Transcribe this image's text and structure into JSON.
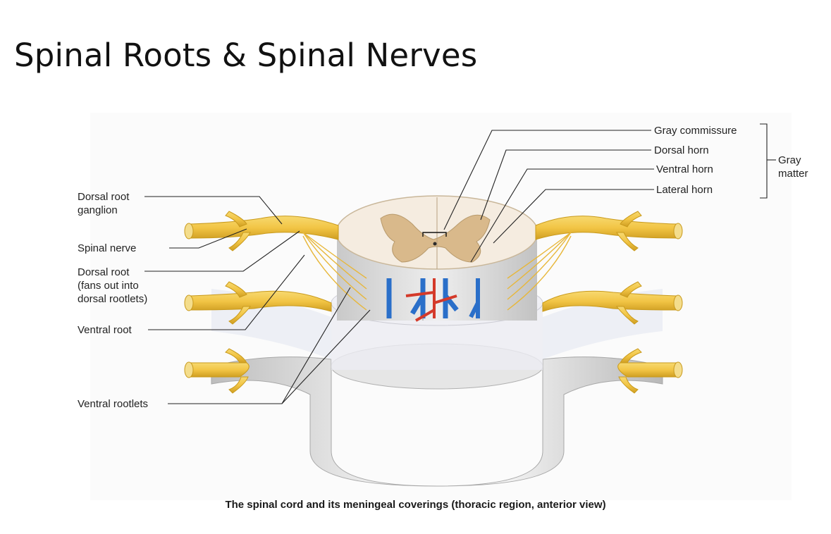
{
  "slide": {
    "title": "Spinal Roots & Spinal Nerves"
  },
  "labels_left": {
    "dorsal_root_ganglion": [
      "Dorsal root",
      "ganglion"
    ],
    "spinal_nerve": "Spinal nerve",
    "dorsal_root": [
      "Dorsal root",
      "(fans out into",
      "dorsal rootlets)"
    ],
    "ventral_root": "Ventral root",
    "ventral_rootlets": "Ventral rootlets"
  },
  "labels_right": {
    "gray_commissure": "Gray commissure",
    "dorsal_horn": "Dorsal horn",
    "ventral_horn": "Ventral horn",
    "lateral_horn": "Lateral horn"
  },
  "group_label": [
    "Gray",
    "matter"
  ],
  "caption": "The spinal cord and its meningeal coverings (thoracic region, anterior view)",
  "colors": {
    "nerve": "#f2c545",
    "nerve_dark": "#c99a1c",
    "gray_matter": "#d9b98b",
    "white_matter": "#f5ece0",
    "meninges": "#d6d6d6",
    "vein": "#2a6fc9",
    "artery": "#d43a2a",
    "leader_line": "#222222"
  }
}
